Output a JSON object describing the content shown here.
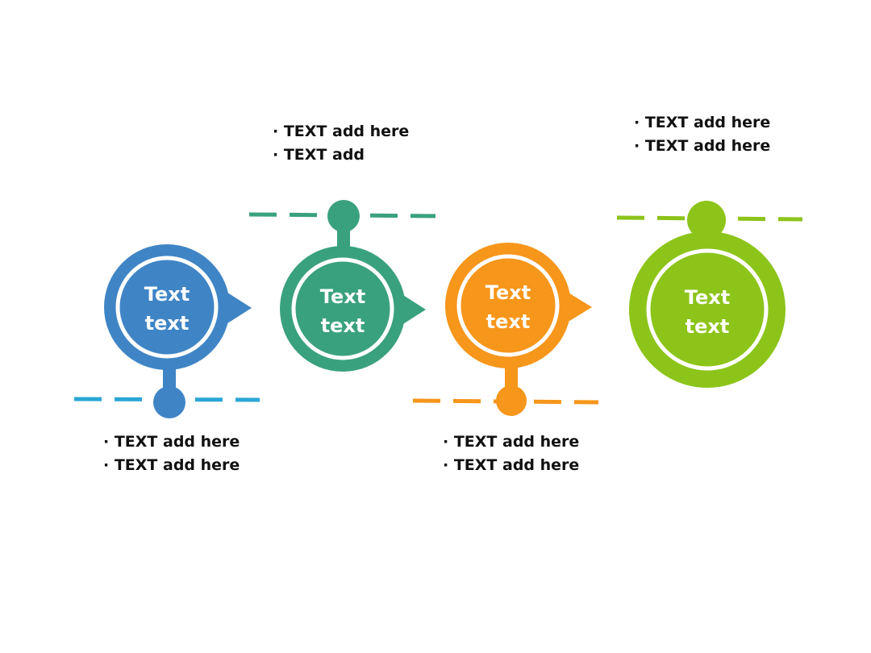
{
  "colors": {
    "blue": "#3f85c6",
    "teal": "#3aa17e",
    "orange": "#f6961a",
    "green": "#8cc41a",
    "blue_dash": "#2aa6d6",
    "inner_ring": "#ffffff"
  },
  "steps": [
    {
      "id": "step-1",
      "color_key": "blue",
      "line1": "Text",
      "line2": "text",
      "notes": [
        "· TEXT  add here",
        "· TEXT  add here"
      ]
    },
    {
      "id": "step-2",
      "color_key": "teal",
      "line1": "Text",
      "line2": "text",
      "notes": [
        "· TEXT  add here",
        "· TEXT  add"
      ]
    },
    {
      "id": "step-3",
      "color_key": "orange",
      "line1": "Text",
      "line2": "text",
      "notes": [
        "· TEXT  add here",
        "· TEXT  add here"
      ]
    },
    {
      "id": "step-4",
      "color_key": "green",
      "line1": "Text",
      "line2": "text",
      "notes": [
        "· TEXT  add here",
        "· TEXT  add here"
      ]
    }
  ]
}
